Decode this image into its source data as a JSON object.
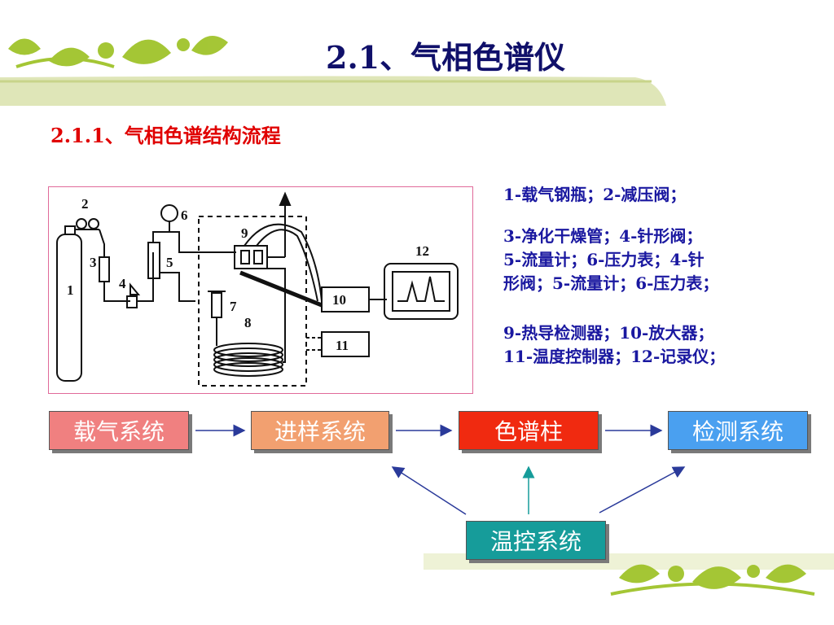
{
  "title": "2.1、气相色谱仪",
  "subtitle": "2.1.1、气相色谱结构流程",
  "diagram": {
    "labels": [
      "1",
      "2",
      "3",
      "4",
      "5",
      "6",
      "7",
      "8",
      "9",
      "10",
      "11",
      "12"
    ]
  },
  "legend": [
    "1-载气钢瓶；2-减压阀；",
    "3-净化干燥管；4-针形阀；\n5-流量计；6-压力表；4-针\n形阀；5-流量计；6-压力表；",
    "9-热导检测器；10-放大器；\n11-温度控制器；12-记录仪；"
  ],
  "flow": {
    "carrier": "载气系统",
    "injection": "进样系统",
    "column": "色谱柱",
    "detector": "检测系统",
    "temp_control": "温控系统"
  },
  "colors": {
    "title": "#10106a",
    "subtitle": "#e00000",
    "legend": "#1a18a0",
    "carrier": "#f08080",
    "injection": "#f2a070",
    "column": "#f02a10",
    "detector": "#4aa0f0",
    "temp_control": "#169c9a",
    "arrow": "#2a3a9a"
  }
}
